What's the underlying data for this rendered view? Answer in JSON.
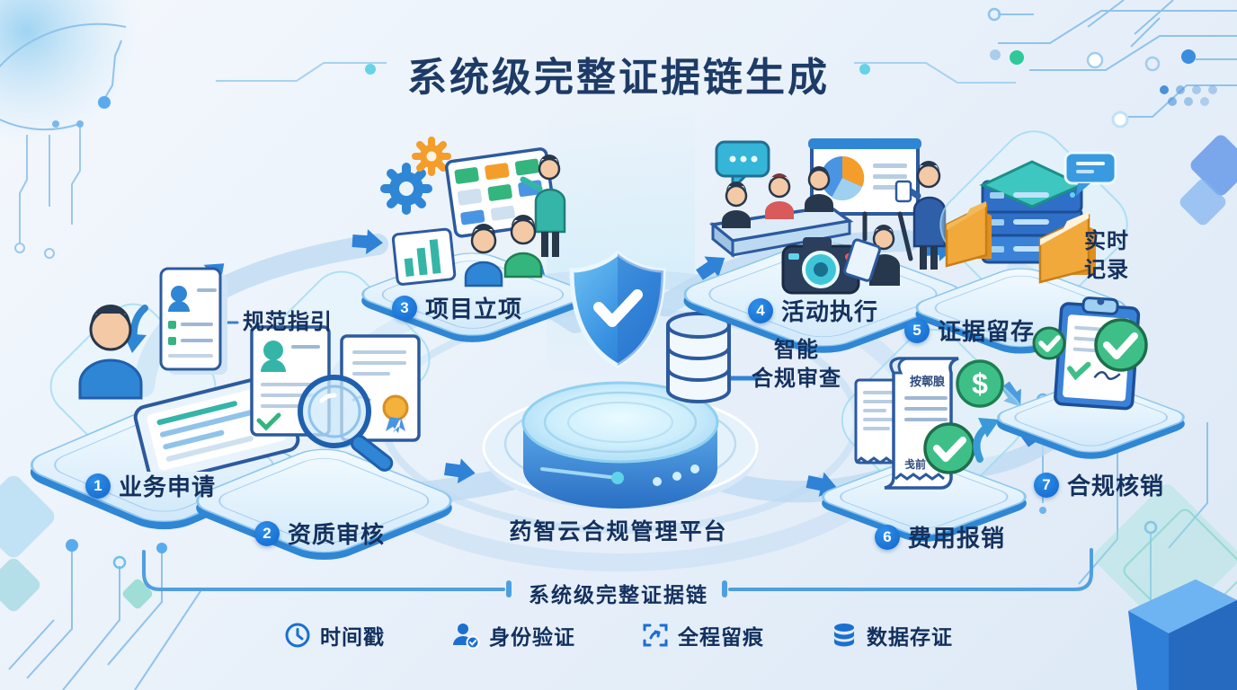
{
  "title": "系统级完整证据链生成",
  "center": {
    "platform_label": "药智云合规管理平台"
  },
  "steps": [
    {
      "num": "1",
      "label": "业务申请"
    },
    {
      "num": "2",
      "label": "资质审核"
    },
    {
      "num": "3",
      "label": "项目立项"
    },
    {
      "num": "4",
      "label": "活动执行"
    },
    {
      "num": "5",
      "label": "证据留存"
    },
    {
      "num": "6",
      "label": "费用报销"
    },
    {
      "num": "7",
      "label": "合规核销"
    }
  ],
  "annotations": {
    "guideline": "规范指引",
    "smart_review_line1": "智能",
    "smart_review_line2": "合规审查",
    "realtime_line1": "实时",
    "realtime_line2": "记录"
  },
  "receipt": {
    "header": "按鄣朖",
    "footer": "戋前"
  },
  "bottom": {
    "bracket_label": "系统级完整证据链",
    "legend": [
      {
        "icon": "clock-icon",
        "label": "时间戳"
      },
      {
        "icon": "person-check-icon",
        "label": "身份验证"
      },
      {
        "icon": "scan-frame-icon",
        "label": "全程留痕"
      },
      {
        "icon": "database-icon",
        "label": "数据存证"
      }
    ]
  },
  "colors": {
    "title_navy": "#1d3b66",
    "label_navy": "#14315e",
    "badge_blue": "#1266cc",
    "platform_blue": "#2f86d4",
    "ribbon_blue": "#bcd9f2",
    "green": "#35b57e",
    "orange": "#f2a93b",
    "teal": "#3ec6c0"
  }
}
